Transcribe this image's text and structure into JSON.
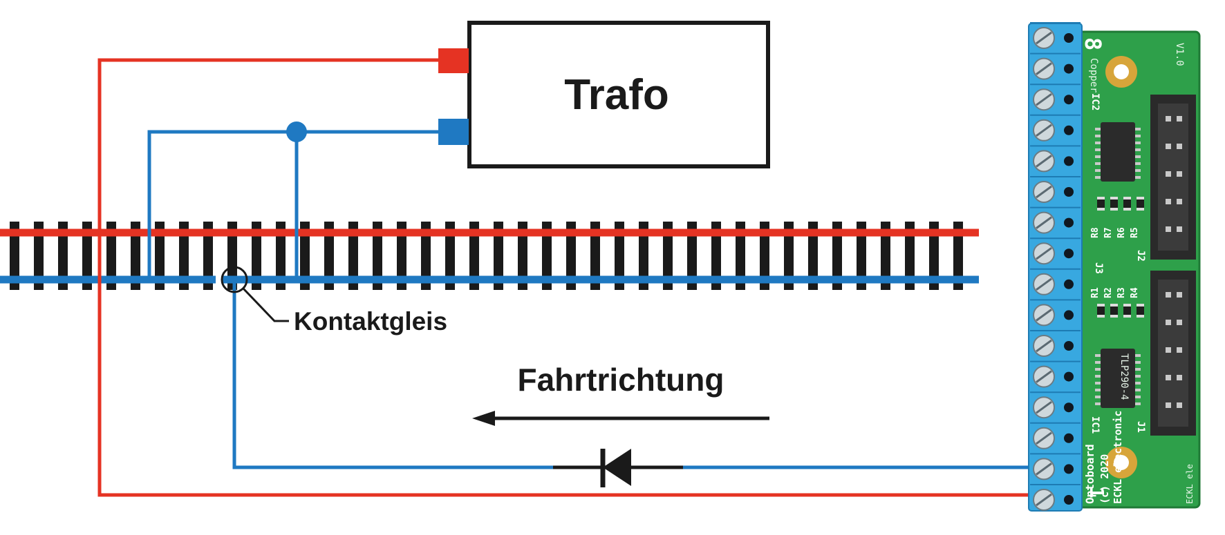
{
  "labels": {
    "transformer": "Trafo",
    "contact_track": "Kontaktgleis",
    "direction": "Fahrtrichtung"
  },
  "board": {
    "header_number": "8",
    "footer_number": "1",
    "copper_label": "Copper",
    "version": "V1.0",
    "ic_top": "IC2",
    "ic_bottom": "IC1",
    "chip_marking": "TLP290-4",
    "resistors_top": [
      "R8",
      "R7",
      "R6",
      "R5"
    ],
    "resistors_bottom": [
      "R1",
      "R2",
      "R3",
      "R4"
    ],
    "jumpers": [
      "J3",
      "J2",
      "J1"
    ],
    "product_name": "Optoboard",
    "copyright": "(c) 2020",
    "manufacturer": "ECKL electronic",
    "manufacturer_small": "ECKL ele"
  },
  "colors": {
    "red_wire": "#e53323",
    "blue_wire": "#1f79c2",
    "rail_black": "#1a1a1a",
    "pcb_green": "#2ea04a",
    "terminal_blue": "#38a8e0"
  },
  "icons": {
    "diode": "diode-symbol",
    "arrow": "left-arrow",
    "screw": "screw-terminal"
  }
}
